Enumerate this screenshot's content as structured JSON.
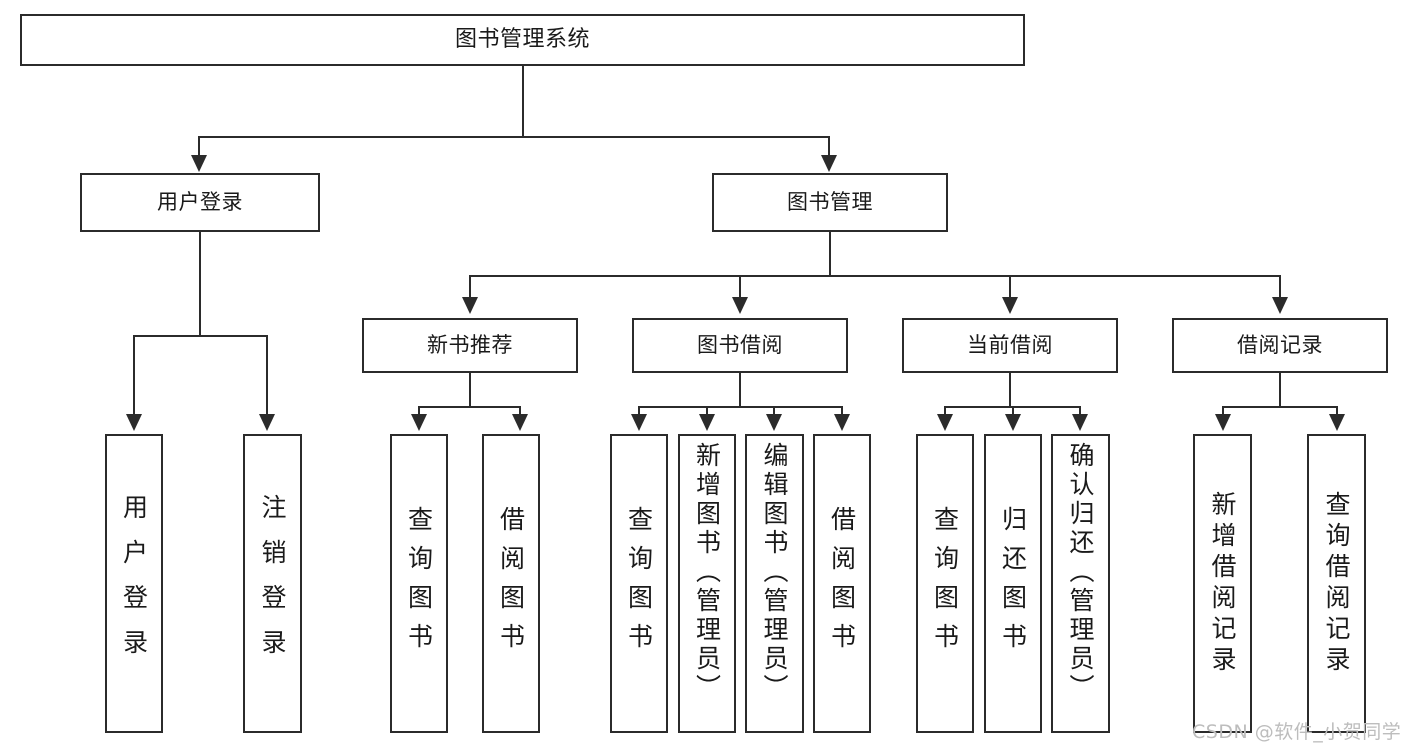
{
  "diagram": {
    "title": "图书管理系统",
    "type": "功能结构图",
    "root": {
      "label": "图书管理系统"
    },
    "level2": [
      {
        "label": "用户登录"
      },
      {
        "label": "图书管理"
      }
    ],
    "level3": [
      {
        "label": "新书推荐"
      },
      {
        "label": "图书借阅"
      },
      {
        "label": "当前借阅"
      },
      {
        "label": "借阅记录"
      }
    ],
    "leaves": {
      "user_login": [
        {
          "label": "用户登录"
        },
        {
          "label": "注销登录"
        }
      ],
      "new_book_recommend": [
        {
          "label": "查询图书"
        },
        {
          "label": "借阅图书"
        }
      ],
      "book_borrow": [
        {
          "label": "查询图书"
        },
        {
          "label": "新增图书（管理员）"
        },
        {
          "label": "编辑图书（管理员）"
        },
        {
          "label": "借阅图书"
        }
      ],
      "current_borrow": [
        {
          "label": "查询图书"
        },
        {
          "label": "归还图书"
        },
        {
          "label": "确认归还（管理员）"
        }
      ],
      "borrow_record": [
        {
          "label": "新增借阅记录"
        },
        {
          "label": "查询借阅记录"
        }
      ]
    }
  },
  "watermark": {
    "text": "CSDN @软件_小贺同学"
  },
  "colors": {
    "border": "#2b2b2b",
    "text": "#1a1a1a",
    "background": "#ffffff",
    "watermark": "#bdbdbd"
  }
}
